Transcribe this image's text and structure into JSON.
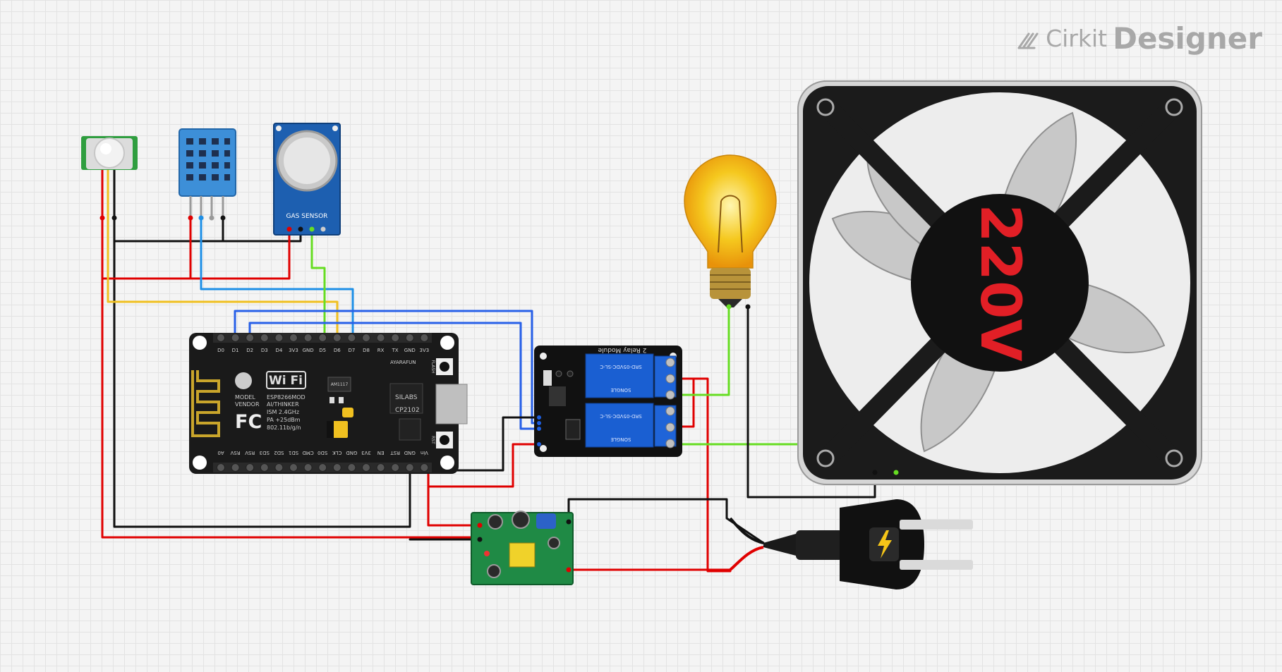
{
  "brand": {
    "name_prefix": "Cirkit",
    "name_suffix": "Designer",
    "logo_icon": "cirkit-logo-icon"
  },
  "components": {
    "pir": {
      "label": ""
    },
    "dht": {
      "label": ""
    },
    "gas": {
      "label": "GAS SENSOR"
    },
    "esp": {
      "top_pins": [
        "D0",
        "D1",
        "D2",
        "D3",
        "D4",
        "3V3",
        "GND",
        "D5",
        "D6",
        "D7",
        "D8",
        "RX",
        "TX",
        "GND",
        "3V3"
      ],
      "bottom_pins": [
        "A0",
        "RSV",
        "RSV",
        "SD3",
        "SD2",
        "SD1",
        "CMD",
        "SD0",
        "CLK",
        "GND",
        "3V3",
        "EN",
        "RST",
        "GND",
        "Vin"
      ],
      "wifi": "Wi Fi",
      "module_lines": [
        "MODEL",
        "VENDOR"
      ],
      "module_values": [
        "ESP8266MOD",
        "AI/THINKER",
        "ISM 2.4GHz",
        "PA +25dBm",
        "802.11b/g/n"
      ],
      "fc": "FC",
      "chip": "SILABS",
      "chip2": "CP2102",
      "flash": "FLASH",
      "rst": "RST",
      "reg": "AM1117",
      "maker": "AYARAFUN"
    },
    "relay": {
      "title": "2 Relay Module",
      "relay_text": "SRD-05VDC-SL-C",
      "brand": "SONGLE"
    },
    "fan": {
      "label": "220V"
    },
    "bulb": {
      "label": ""
    },
    "psu": {
      "label": ""
    },
    "plug": {
      "icon": "lightning-bolt-icon"
    }
  },
  "colors": {
    "red": "#e00000",
    "black": "#111111",
    "yellow": "#f0c020",
    "blue": "#1e8fe6",
    "green": "#66dd22",
    "deep_blue": "#2860e8"
  }
}
